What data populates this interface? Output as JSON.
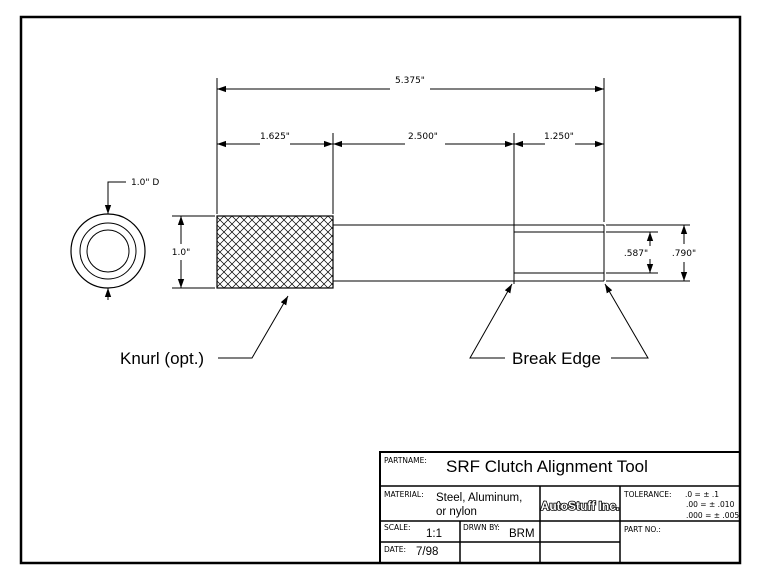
{
  "drawing": {
    "dimensions": {
      "overall_length": "5.375\"",
      "knurl_length": "1.625\"",
      "middle_length": "2.500\"",
      "end_length": "1.250\"",
      "end_view_dia": "1.0\" D",
      "body_dia": "1.0\"",
      "bore_dia": ".587\"",
      "end_dia": ".790\""
    },
    "callouts": {
      "knurl": "Knurl (opt.)",
      "break_edge": "Break Edge"
    }
  },
  "title_block": {
    "part_name_label": "PARTNAME:",
    "part_name": "SRF Clutch Alignment Tool",
    "material_label": "MATERIAL:",
    "material_line1": "Steel, Aluminum,",
    "material_line2": "or nylon",
    "company": "AutoStuff Inc.",
    "tolerance_label": "TOLERANCE:",
    "tolerance_1": ".0 = ± .1",
    "tolerance_2": ".00 = ± .010",
    "tolerance_3": ".000 = ± .005",
    "scale_label": "SCALE:",
    "scale": "1:1",
    "drawn_by_label": "DRWN BY:",
    "drawn_by": "BRM",
    "part_no_label": "PART NO.:",
    "date_label": "DATE:",
    "date": "7/98"
  }
}
